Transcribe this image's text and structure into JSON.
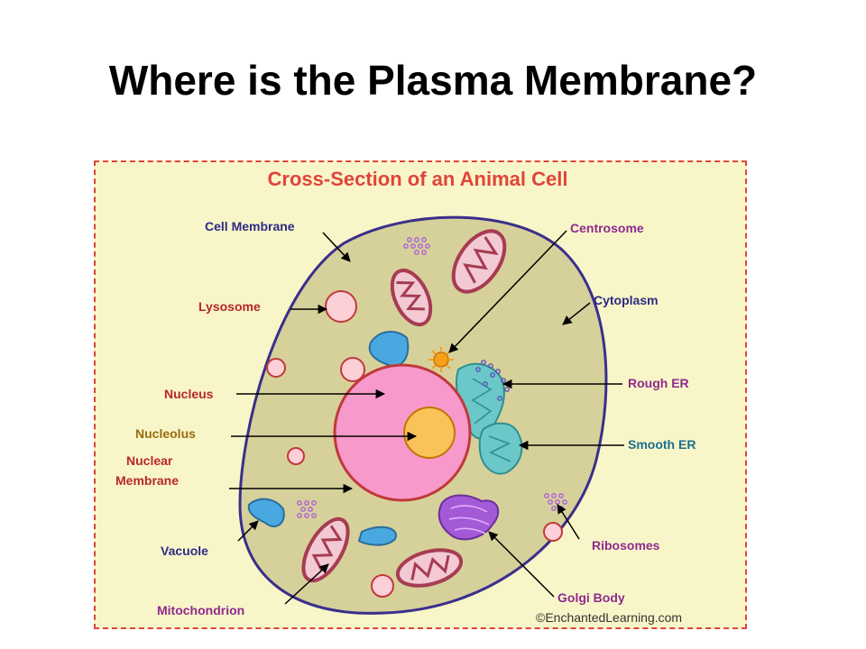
{
  "slide": {
    "title": "Where is the Plasma Membrane?"
  },
  "figure": {
    "title": "Cross-Section of an Animal Cell",
    "credit": "©EnchantedLearning.com",
    "labels": {
      "cell_membrane": "Cell Membrane",
      "lysosome": "Lysosome",
      "nucleus": "Nucleus",
      "nucleolus": "Nucleolus",
      "nuclear_membrane_line1": "Nuclear",
      "nuclear_membrane_line2": "Membrane",
      "vacuole": "Vacuole",
      "mitochondrion": "Mitochondrion",
      "centrosome": "Centrosome",
      "cytoplasm": "Cytoplasm",
      "rough_er": "Rough ER",
      "smooth_er": "Smooth ER",
      "ribosomes": "Ribosomes",
      "golgi_body": "Golgi Body"
    },
    "colors": {
      "background": "#f8f6c8",
      "border": "#e0443c",
      "cytoplasm": "#d6d19a",
      "membrane": "#3a2f8c",
      "nucleus": "#f79acb",
      "nucleolus": "#f9c35a",
      "mitochondrion": "#a63c52",
      "vacuole": "#4aa8e0",
      "rough_er": "#6cc8c8",
      "golgi": "#a35ad6",
      "ribosome": "#b36ed0"
    }
  }
}
